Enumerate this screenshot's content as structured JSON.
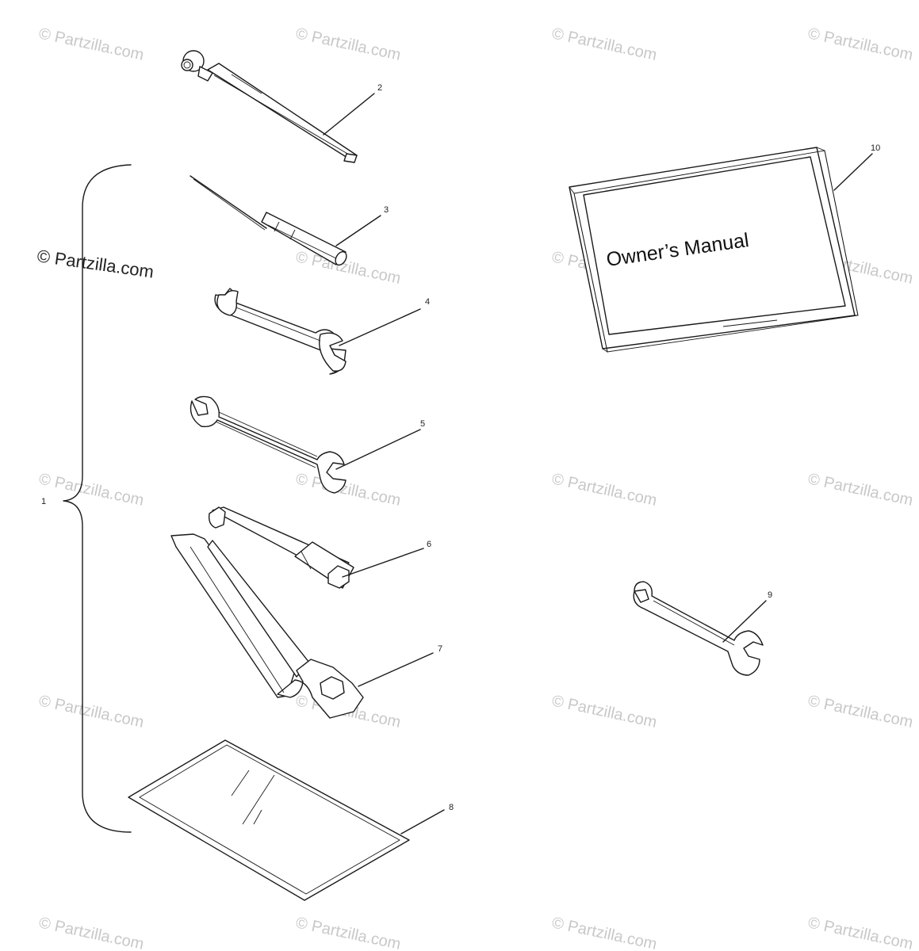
{
  "watermark": {
    "text": "© Partzilla.com"
  },
  "callouts": {
    "c1": "1",
    "c2": "2",
    "c3": "3",
    "c4": "4",
    "c5": "5",
    "c6": "6",
    "c7": "7",
    "c8": "8",
    "c9": "9",
    "c10": "10"
  },
  "manual": {
    "title": "Owner’s Manual"
  }
}
